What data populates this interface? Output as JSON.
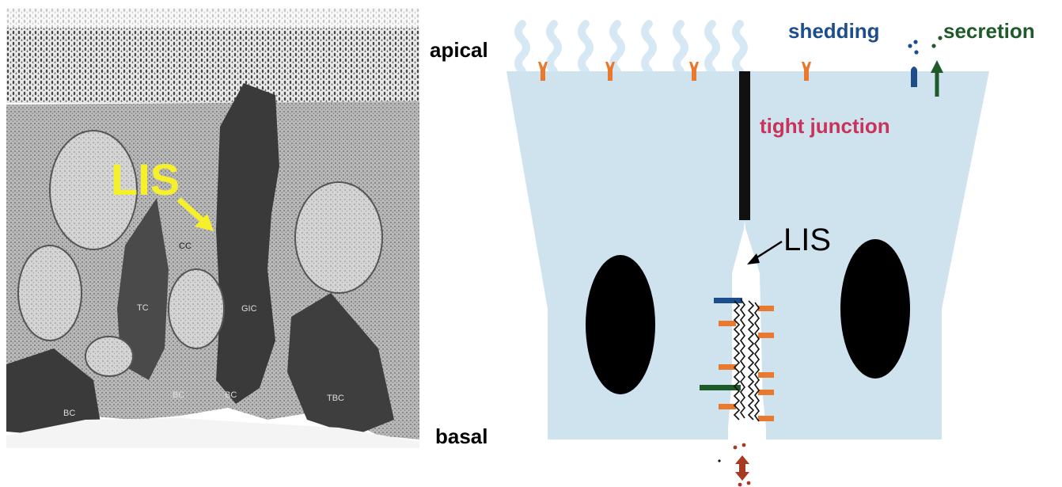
{
  "micrograph": {
    "lis_label": "LIS",
    "cell_labels": [
      "CC",
      "TC",
      "GIC",
      "BC",
      "BC",
      "BC",
      "TBC"
    ]
  },
  "schematic": {
    "apical_label": "apical",
    "basal_label": "basal",
    "tight_junction_label": "tight junction",
    "lis_label": "LIS",
    "shedding_label": "shedding",
    "secretion_label": "secretion"
  },
  "colors": {
    "cell_fill": "#cfe3ef",
    "microvilli": "#d6e8f3",
    "receptor_orange": "#e8792e",
    "shedding_blue": "#1c4e8c",
    "secretion_green": "#1e5a2a",
    "tight_junction_text": "#c9325a",
    "lis_yellow": "#f5f02a",
    "bottom_arrow": "#a63a22"
  }
}
